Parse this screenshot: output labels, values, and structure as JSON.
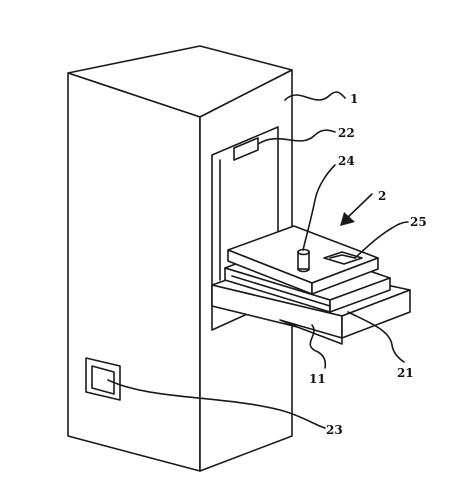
{
  "figure": {
    "labels": {
      "l1": "1",
      "l2": "2",
      "l11": "11",
      "l21": "21",
      "l22": "22",
      "l23": "23",
      "l24": "24",
      "l25": "25"
    }
  },
  "colors": {
    "line": "#1a1a1a",
    "background": "#ffffff"
  }
}
